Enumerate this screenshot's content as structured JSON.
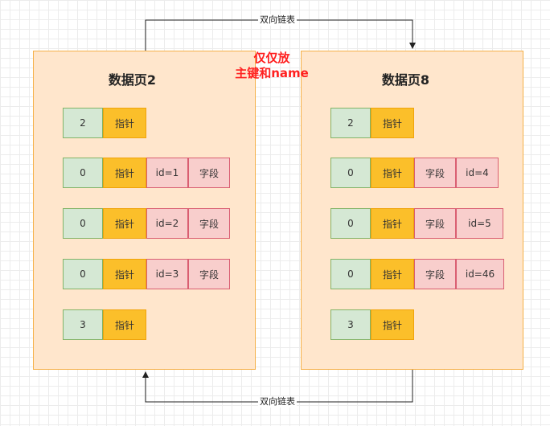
{
  "links": {
    "top_label": "双向链表",
    "bottom_label": "双向链表"
  },
  "annotation": {
    "line1": "仅仅放",
    "line2": "主键和name",
    "color": "#ff2020"
  },
  "pages": [
    {
      "title": "数据页2",
      "rows": [
        {
          "num": "2",
          "pointer": "指针"
        },
        {
          "num": "0",
          "pointer": "指针",
          "id": "id=1",
          "field": "字段"
        },
        {
          "num": "0",
          "pointer": "指针",
          "id": "id=2",
          "field": "字段"
        },
        {
          "num": "0",
          "pointer": "指针",
          "id": "id=3",
          "field": "字段"
        },
        {
          "num": "3",
          "pointer": "指针"
        }
      ]
    },
    {
      "title": "数据页8",
      "rows": [
        {
          "num": "2",
          "pointer": "指针"
        },
        {
          "num": "0",
          "pointer": "指针",
          "field": "字段",
          "id": "id=4"
        },
        {
          "num": "0",
          "pointer": "指针",
          "field": "字段",
          "id": "id=5"
        },
        {
          "num": "0",
          "pointer": "指针",
          "field": "字段",
          "id": "id=46"
        },
        {
          "num": "3",
          "pointer": "指针"
        }
      ]
    }
  ],
  "colors": {
    "page_fill": "#ffe6cc",
    "page_border": "#f5b048",
    "num_fill": "#d5e8d4",
    "pointer_fill": "#fbbf2a",
    "field_fill": "#f8cecc"
  }
}
